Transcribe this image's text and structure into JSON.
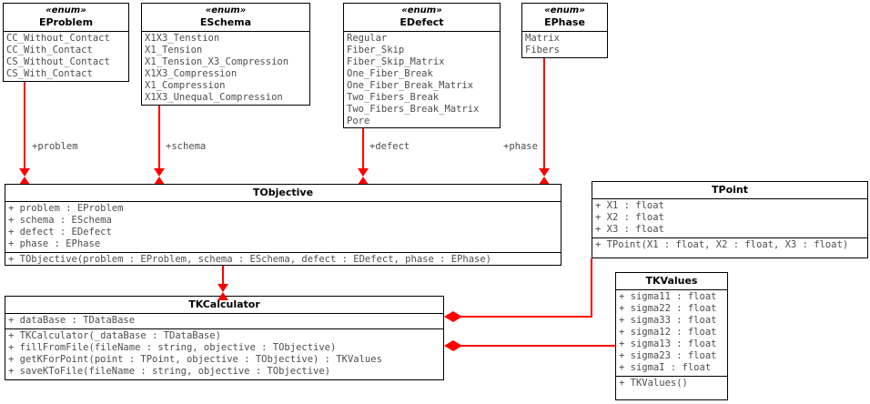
{
  "diagram": {
    "title": "UML Class Diagram",
    "colors": {
      "connector": "#ff0000",
      "box_border": "#000000",
      "text": "#4d4d4d",
      "title_text": "#000000",
      "background": "#ffffff"
    }
  },
  "classes": {
    "eproblem": {
      "stereotype": "«enum»",
      "name": "EProblem",
      "literals": [
        "CC_Without_Contact",
        "CC_With_Contact",
        "CS_Without_Contact",
        "CS_With_Contact"
      ]
    },
    "eschema": {
      "stereotype": "«enum»",
      "name": "ESchema",
      "literals": [
        "X1X3_Tenstion",
        "X1_Tension",
        "X1_Tension_X3_Compression",
        "X1X3_Compression",
        "X1_Compression",
        "X1X3_Unequal_Compression"
      ]
    },
    "edefect": {
      "stereotype": "«enum»",
      "name": "EDefect",
      "literals": [
        "Regular",
        "Fiber_Skip",
        "Fiber_Skip_Matrix",
        "One_Fiber_Break",
        "One_Fiber_Break_Matrix",
        "Two_Fibers_Break",
        "Two_Fibers_Break_Matrix",
        "Pore"
      ]
    },
    "ephase": {
      "stereotype": "«enum»",
      "name": "EPhase",
      "literals": [
        "Matrix",
        "Fibers"
      ]
    },
    "tobjective": {
      "name": "TObjective",
      "attributes": [
        "+ problem : EProblem",
        "+ schema : ESchema",
        "+ defect : EDefect",
        "+ phase : EPhase"
      ],
      "operations": [
        "+ TObjective(problem : EProblem, schema : ESchema, defect : EDefect, phase : EPhase)"
      ]
    },
    "tkcalculator": {
      "name": "TKCalculator",
      "attributes": [
        "+ dataBase : TDataBase"
      ],
      "operations": [
        "+ TKCalculator(_dataBase : TDataBase)",
        "+ fillFromFile(fileName : string, objective : TObjective)",
        "+ getKForPoint(point : TPoint, objective : TObjective) : TKValues",
        "+ saveKToFile(fileName : string, objective : TObjective)"
      ]
    },
    "tpoint": {
      "name": "TPoint",
      "attributes": [
        "+ X1 : float",
        "+ X2 : float",
        "+ X3 : float"
      ],
      "operations": [
        "+ TPoint(X1 : float, X2 : float, X3 : float)"
      ]
    },
    "tkvalues": {
      "name": "TKValues",
      "attributes": [
        "+ sigma11 : float",
        "+ sigma22 : float",
        "+ sigma33 : float",
        "+ sigma12 : float",
        "+ sigma13 : float",
        "+ sigma23 : float",
        "+ sigmaI : float"
      ],
      "operations": [
        "+ TKValues()"
      ]
    }
  },
  "relationships": [
    {
      "id": "problem",
      "label": "+problem",
      "from": "EProblem",
      "to": "TObjective"
    },
    {
      "id": "schema",
      "label": "+schema",
      "from": "ESchema",
      "to": "TObjective"
    },
    {
      "id": "defect",
      "label": "+defect",
      "from": "EDefect",
      "to": "TObjective"
    },
    {
      "id": "phase",
      "label": "+phase",
      "from": "EPhase",
      "to": "TObjective"
    },
    {
      "id": "point",
      "label": "",
      "from": "TPoint",
      "to": "TKCalculator"
    },
    {
      "id": "kvalues",
      "label": "",
      "from": "TKValues",
      "to": "TKCalculator"
    }
  ]
}
